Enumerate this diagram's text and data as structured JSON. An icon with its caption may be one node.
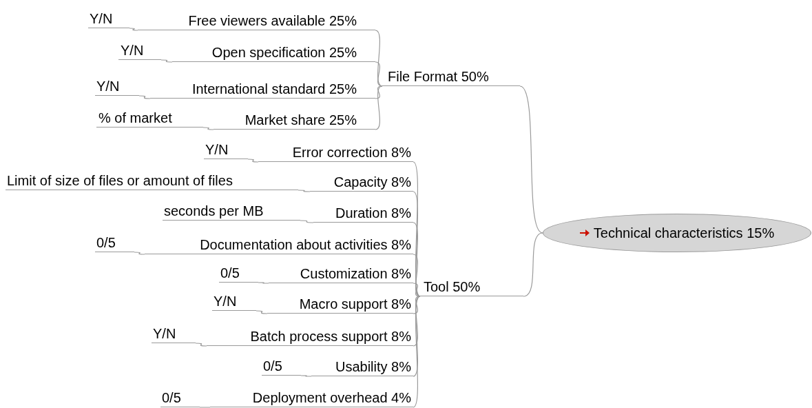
{
  "diagram": {
    "nodes": [
      {
        "text": [
          "Technical characteristics 15%"
        ]
      },
      {
        "text": [
          "File Format 50%"
        ]
      },
      {
        "text": [
          "Free viewers available 25%"
        ]
      },
      {
        "text": [
          "Y/N"
        ]
      },
      {
        "text": [
          "Open specification 25%"
        ]
      },
      {
        "text": [
          "Y/N"
        ]
      },
      {
        "text": [
          "International standard 25%"
        ]
      },
      {
        "text": [
          "Y/N"
        ]
      },
      {
        "text": [
          "Market share 25%"
        ]
      },
      {
        "text": [
          "% of market"
        ]
      },
      {
        "text": [
          "Tool 50%"
        ]
      },
      {
        "text": [
          "Error correction 8%"
        ]
      },
      {
        "text": [
          "Y/N"
        ]
      },
      {
        "text": [
          "Capacity 8%"
        ]
      },
      {
        "text": [
          "Limit of size of files or amount of files"
        ]
      },
      {
        "text": [
          "Duration 8%"
        ]
      },
      {
        "text": [
          "seconds per MB"
        ]
      },
      {
        "text": [
          "Documentation about activities 8%"
        ]
      },
      {
        "text": [
          "0/5"
        ]
      },
      {
        "text": [
          "Customization 8%"
        ]
      },
      {
        "text": [
          "0/5"
        ]
      },
      {
        "text": [
          "Macro support 8%"
        ]
      },
      {
        "text": [
          "Y/N"
        ]
      },
      {
        "text": [
          "Batch process support 8%"
        ]
      },
      {
        "text": [
          "Y/N"
        ]
      },
      {
        "text": [
          "Usability 8%"
        ]
      },
      {
        "text": [
          "0/5"
        ]
      },
      {
        "text": [
          "Deployment overhead 4%"
        ]
      },
      {
        "text": [
          "0/5"
        ]
      }
    ],
    "edges": [
      {
        "from": 0,
        "to": 1,
        "arrow": "none"
      },
      {
        "from": 1,
        "to": 2,
        "arrow": "none"
      },
      {
        "from": 2,
        "to": 3,
        "arrow": "none"
      },
      {
        "from": 1,
        "to": 4,
        "arrow": "none"
      },
      {
        "from": 4,
        "to": 5,
        "arrow": "none"
      },
      {
        "from": 1,
        "to": 6,
        "arrow": "none"
      },
      {
        "from": 6,
        "to": 7,
        "arrow": "none"
      },
      {
        "from": 1,
        "to": 8,
        "arrow": "none"
      },
      {
        "from": 8,
        "to": 9,
        "arrow": "none"
      },
      {
        "from": 0,
        "to": 10,
        "arrow": "none"
      },
      {
        "from": 10,
        "to": 11,
        "arrow": "none"
      },
      {
        "from": 11,
        "to": 12,
        "arrow": "none"
      },
      {
        "from": 10,
        "to": 13,
        "arrow": "none"
      },
      {
        "from": 13,
        "to": 14,
        "arrow": "none"
      },
      {
        "from": 10,
        "to": 15,
        "arrow": "none"
      },
      {
        "from": 15,
        "to": 16,
        "arrow": "none"
      },
      {
        "from": 10,
        "to": 17,
        "arrow": "none"
      },
      {
        "from": 17,
        "to": 18,
        "arrow": "none"
      },
      {
        "from": 10,
        "to": 19,
        "arrow": "none"
      },
      {
        "from": 19,
        "to": 20,
        "arrow": "none"
      },
      {
        "from": 10,
        "to": 21,
        "arrow": "none"
      },
      {
        "from": 21,
        "to": 22,
        "arrow": "none"
      },
      {
        "from": 10,
        "to": 23,
        "arrow": "none"
      },
      {
        "from": 23,
        "to": 24,
        "arrow": "none"
      },
      {
        "from": 10,
        "to": 25,
        "arrow": "none"
      },
      {
        "from": 25,
        "to": 26,
        "arrow": "none"
      },
      {
        "from": 10,
        "to": 27,
        "arrow": "none"
      },
      {
        "from": 27,
        "to": 28,
        "arrow": "none"
      }
    ]
  }
}
